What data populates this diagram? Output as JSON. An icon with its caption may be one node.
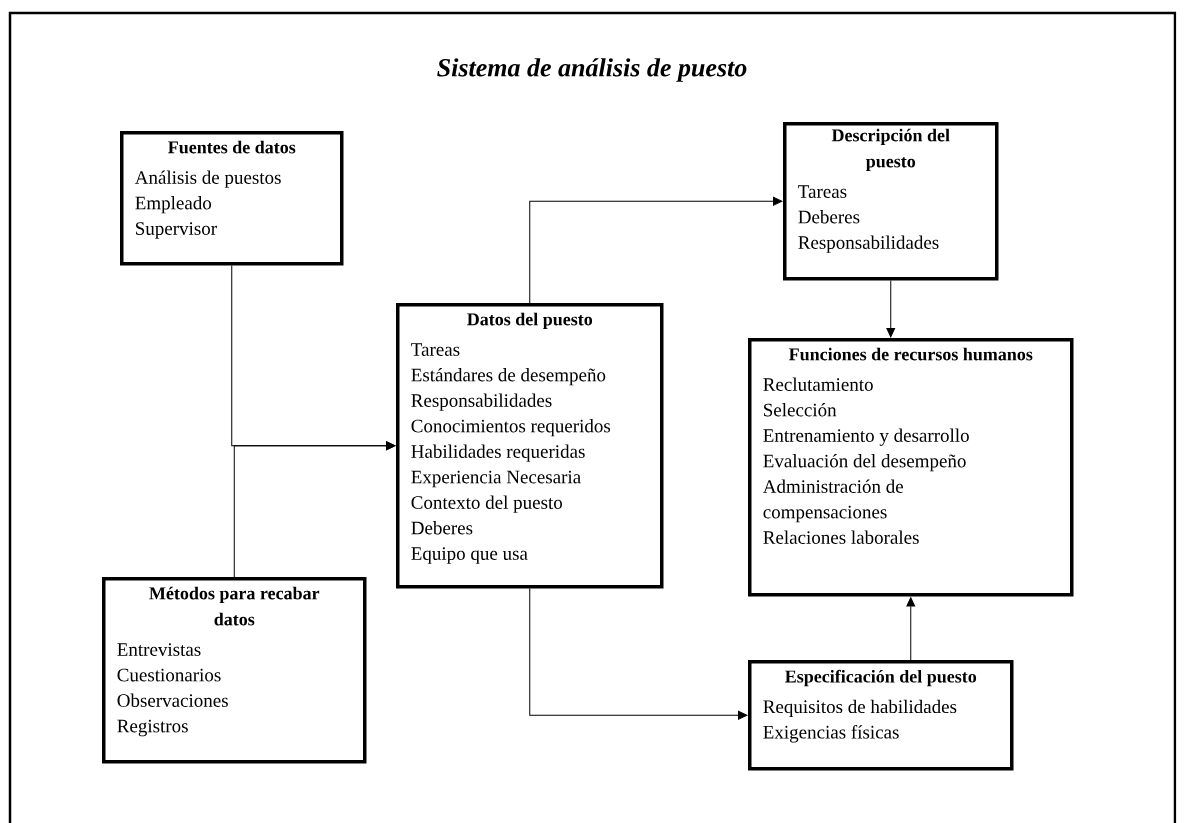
{
  "diagram": {
    "title": "Sistema de análisis de puesto",
    "nodes": [
      {
        "text": [
          "Fuentes de datos",
          "Análisis de puestos",
          "Empleado",
          "Supervisor"
        ]
      },
      {
        "text": [
          "Descripción del puesto",
          "Tareas",
          "Deberes",
          "Responsabilidades"
        ]
      },
      {
        "text": [
          "Datos del puesto",
          "Tareas",
          "Estándares de desempeño",
          "Responsabilidades",
          "Conocimientos requeridos",
          "Habilidades requeridas",
          "Experiencia Necesaria",
          "Contexto del puesto",
          "Deberes",
          "Equipo que usa"
        ]
      },
      {
        "text": [
          "Funciones de recursos humanos",
          "Reclutamiento",
          "Selección",
          "Entrenamiento y desarrollo",
          "Evaluación del desempeño",
          "Administración de compensaciones",
          "Relaciones laborales"
        ]
      },
      {
        "text": [
          "Métodos para recabar datos",
          "Entrevistas",
          "Cuestionarios",
          "Observaciones",
          "Registros"
        ]
      },
      {
        "text": [
          "Especificación del puesto",
          "Requisitos de habilidades",
          "Exigencias físicas"
        ]
      }
    ],
    "edges": [
      {
        "from": 0,
        "to": 2,
        "arrow": "to"
      },
      {
        "from": 4,
        "to": 2,
        "arrow": "to"
      },
      {
        "from": 2,
        "to": 1,
        "arrow": "to"
      },
      {
        "from": 1,
        "to": 3,
        "arrow": "to"
      },
      {
        "from": 2,
        "to": 5,
        "arrow": "to"
      },
      {
        "from": 5,
        "to": 3,
        "arrow": "to"
      }
    ]
  }
}
